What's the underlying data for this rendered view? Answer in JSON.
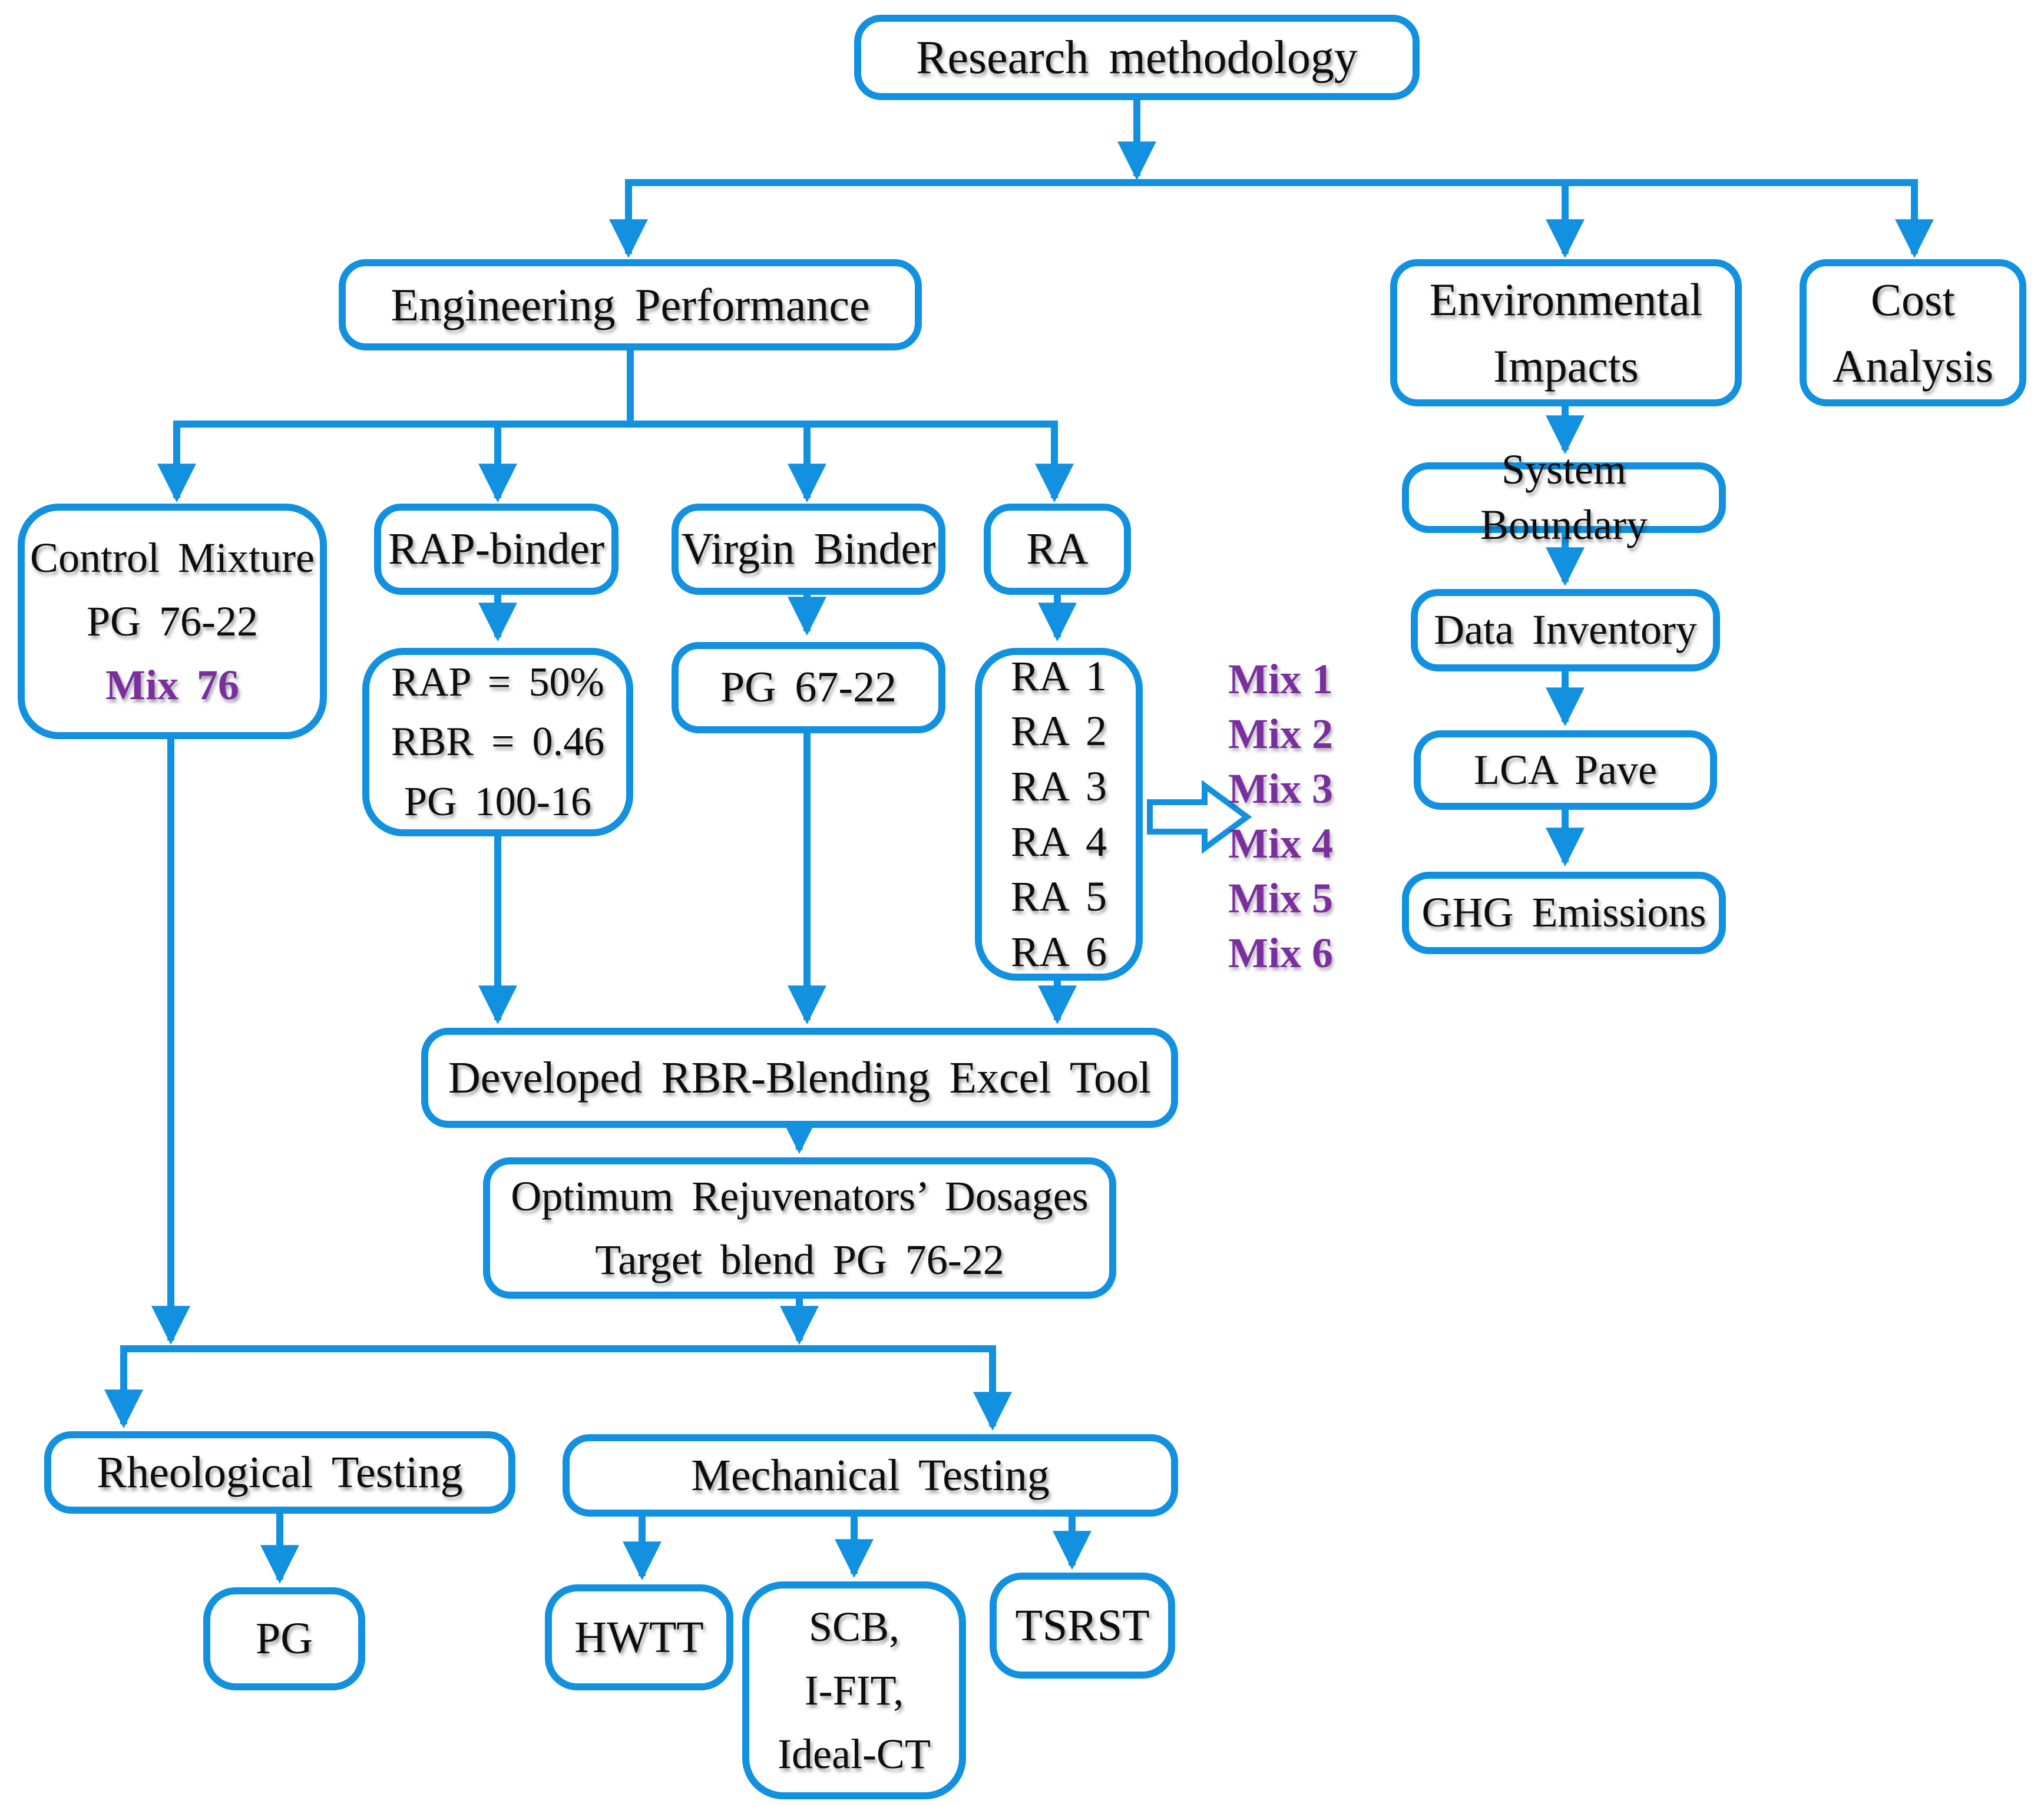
{
  "figure_title": "Research methodology flowchart",
  "colors": {
    "line_blue": "#1191e0",
    "mix_purple": "#7b2f9e",
    "text_black": "#0d0d0d",
    "background": "#ffffff"
  },
  "nodes": {
    "research": {
      "label": "Research methodology"
    },
    "engineering": {
      "label": "Engineering Performance"
    },
    "environmental": {
      "lines": [
        "Environmental",
        "Impacts"
      ]
    },
    "cost": {
      "lines": [
        "Cost",
        "Analysis"
      ]
    },
    "control": {
      "lines": [
        "Control Mixture",
        "PG 76-22"
      ],
      "mix_label": "Mix 76"
    },
    "rap_binder": {
      "label": "RAP-binder"
    },
    "virgin_binder": {
      "label": "Virgin Binder"
    },
    "ra": {
      "label": "RA"
    },
    "rap_details": {
      "lines": [
        "RAP = 50%",
        "RBR = 0.46",
        "PG 100-16"
      ]
    },
    "pg67": {
      "label": "PG 67-22"
    },
    "ra_list": {
      "lines": [
        "RA 1",
        "RA 2",
        "RA 3",
        "RA 4",
        "RA 5",
        "RA 6"
      ]
    },
    "mix_list": {
      "items": [
        "Mix 1",
        "Mix 2",
        "Mix 3",
        "Mix 4",
        "Mix 5",
        "Mix 6"
      ]
    },
    "excel_tool": {
      "label": "Developed RBR-Blending Excel Tool"
    },
    "optimum": {
      "lines": [
        "Optimum Rejuvenators’ Dosages",
        "Target blend PG 76-22"
      ]
    },
    "system_boundary": {
      "label": "System Boundary"
    },
    "data_inventory": {
      "label": "Data Inventory"
    },
    "lca_pave": {
      "label": "LCA Pave"
    },
    "ghg": {
      "label": "GHG Emissions"
    },
    "rheological": {
      "label": "Rheological Testing"
    },
    "mechanical": {
      "label": "Mechanical Testing"
    },
    "pg": {
      "label": "PG"
    },
    "hwtt": {
      "label": "HWTT"
    },
    "scb": {
      "lines": [
        "SCB,",
        "I-FIT,",
        "Ideal-CT"
      ]
    },
    "tsrst": {
      "label": "TSRST"
    }
  }
}
